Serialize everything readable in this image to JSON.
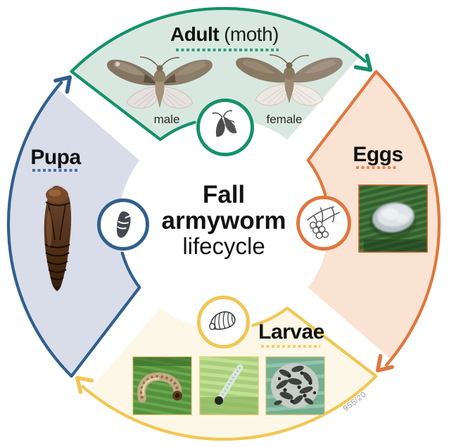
{
  "title": {
    "line1": "Fall",
    "line2": "armyworm",
    "line3": "lifecycle"
  },
  "stages": [
    {
      "id": "adult",
      "label": "Adult",
      "sublabel": "(moth)",
      "color": "#14916a",
      "fill": "#d8e8e1"
    },
    {
      "id": "eggs",
      "label": "Eggs",
      "sublabel": "",
      "color": "#e0763e",
      "fill": "#fae3d2"
    },
    {
      "id": "larvae",
      "label": "Larvae",
      "sublabel": "",
      "color": "#f2c654",
      "fill": "#fdf7e7"
    },
    {
      "id": "pupa",
      "label": "Pupa",
      "sublabel": "",
      "color": "#305f8e",
      "fill": "#d9dde9"
    }
  ],
  "captions": {
    "male": "male",
    "female": "female"
  },
  "watermark": "955/20"
}
